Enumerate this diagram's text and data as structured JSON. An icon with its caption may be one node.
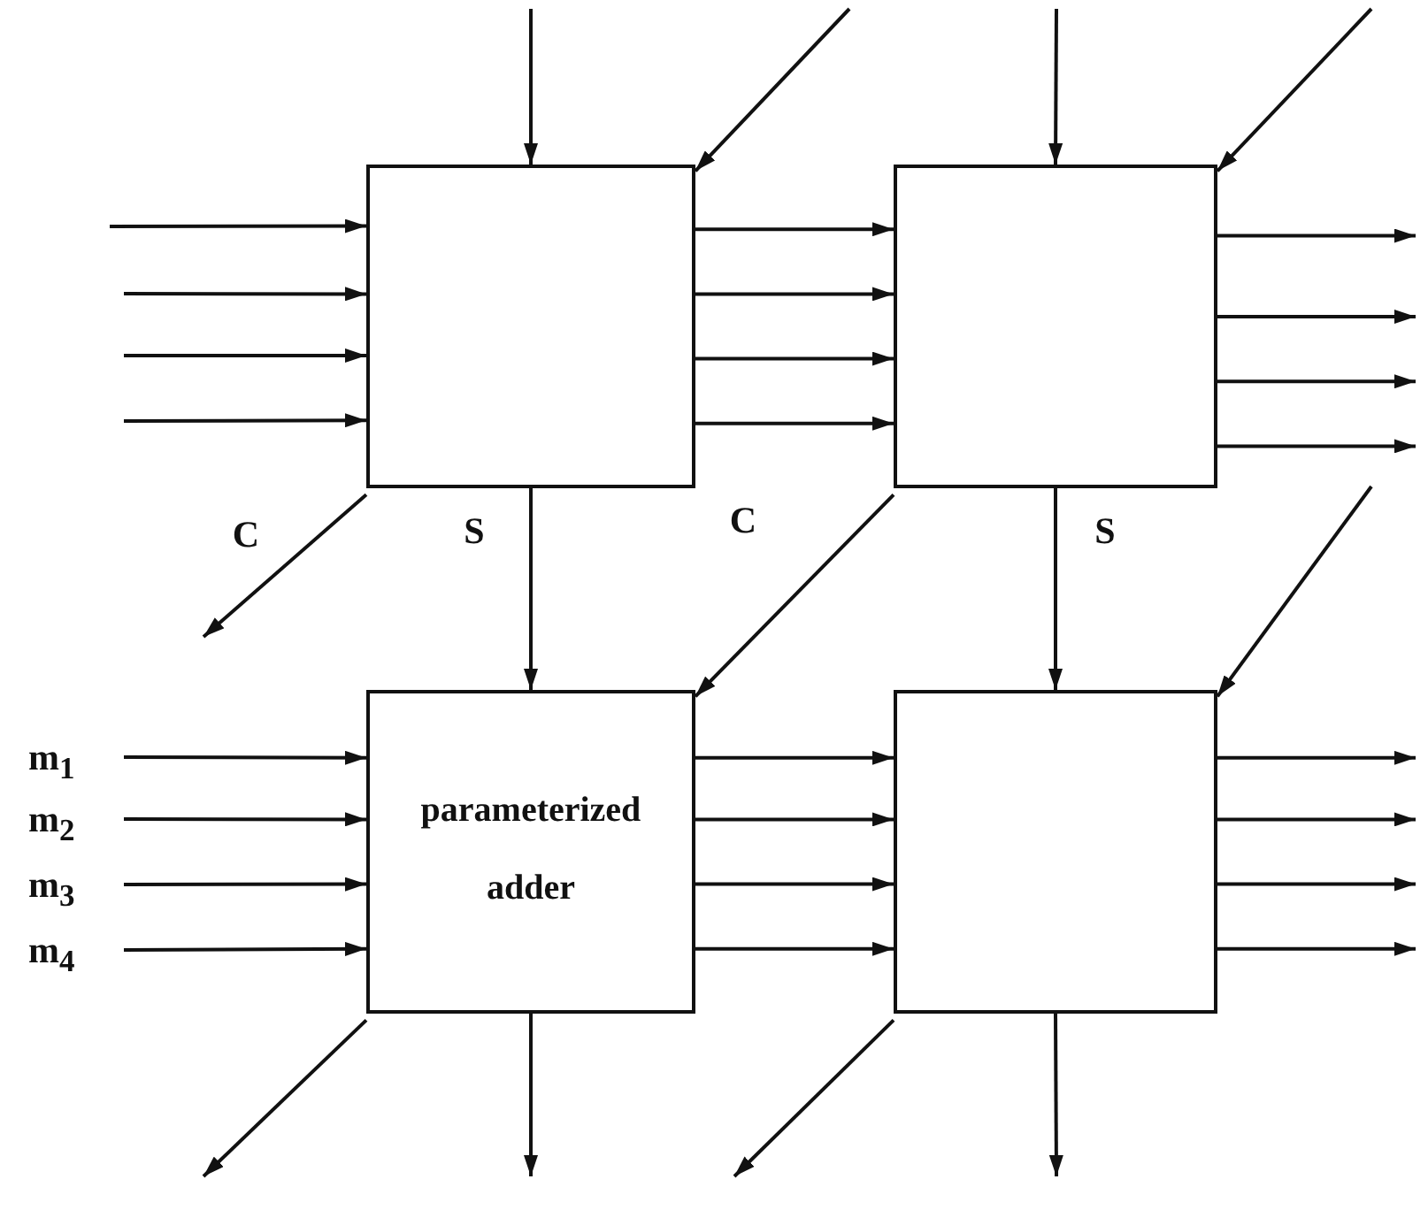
{
  "diagram": {
    "nodes": [
      {
        "text": [],
        "shape": "box"
      },
      {
        "text": [],
        "shape": "box"
      },
      {
        "text": [
          "parameterized adder"
        ]
      },
      {
        "text": [],
        "shape": "box"
      },
      {
        "text": [
          "m$_{1}$"
        ]
      },
      {
        "text": [
          "m$_{2}$"
        ]
      },
      {
        "text": [
          "m$_{3}$"
        ]
      },
      {
        "text": [
          "m$_{4}$"
        ]
      }
    ],
    "edges": [
      {
        "from": null,
        "to": 0,
        "arrow": "to"
      },
      {
        "from": null,
        "to": 0,
        "arrow": "to"
      },
      {
        "from": null,
        "to": 1,
        "arrow": "to"
      },
      {
        "from": null,
        "to": 1,
        "arrow": "to"
      },
      {
        "from": null,
        "to": 0,
        "arrow": "to"
      },
      {
        "from": null,
        "to": 0,
        "arrow": "to"
      },
      {
        "from": null,
        "to": 0,
        "arrow": "to"
      },
      {
        "from": null,
        "to": 0,
        "arrow": "to"
      },
      {
        "from": 0,
        "to": 1,
        "arrow": "to"
      },
      {
        "from": 0,
        "to": 1,
        "arrow": "to"
      },
      {
        "from": 0,
        "to": 1,
        "arrow": "to"
      },
      {
        "from": 0,
        "to": 1,
        "arrow": "to"
      },
      {
        "from": 1,
        "to": null,
        "arrow": "to"
      },
      {
        "from": 1,
        "to": null,
        "arrow": "to"
      },
      {
        "from": 1,
        "to": null,
        "arrow": "to"
      },
      {
        "from": 1,
        "to": null,
        "arrow": "to"
      },
      {
        "from": 0,
        "to": 2,
        "arrow": "to",
        "label": "S"
      },
      {
        "from": 0,
        "to": null,
        "arrow": "to",
        "label": "C"
      },
      {
        "from": 1,
        "to": 2,
        "arrow": "to",
        "label": "C"
      },
      {
        "from": 1,
        "to": 3,
        "arrow": "to",
        "label": "S"
      },
      {
        "from": null,
        "to": 3,
        "arrow": "to"
      },
      {
        "from": 4,
        "to": 2,
        "arrow": "to"
      },
      {
        "from": 5,
        "to": 2,
        "arrow": "to"
      },
      {
        "from": 6,
        "to": 2,
        "arrow": "to"
      },
      {
        "from": 7,
        "to": 2,
        "arrow": "to"
      },
      {
        "from": 2,
        "to": 3,
        "arrow": "to"
      },
      {
        "from": 2,
        "to": 3,
        "arrow": "to"
      },
      {
        "from": 2,
        "to": 3,
        "arrow": "to"
      },
      {
        "from": 2,
        "to": 3,
        "arrow": "to"
      },
      {
        "from": 3,
        "to": null,
        "arrow": "to"
      },
      {
        "from": 3,
        "to": null,
        "arrow": "to"
      },
      {
        "from": 3,
        "to": null,
        "arrow": "to"
      },
      {
        "from": 3,
        "to": null,
        "arrow": "to"
      },
      {
        "from": 2,
        "to": null,
        "arrow": "to"
      },
      {
        "from": 2,
        "to": null,
        "arrow": "to"
      },
      {
        "from": 3,
        "to": null,
        "arrow": "to"
      },
      {
        "from": 3,
        "to": null,
        "arrow": "to"
      }
    ]
  }
}
